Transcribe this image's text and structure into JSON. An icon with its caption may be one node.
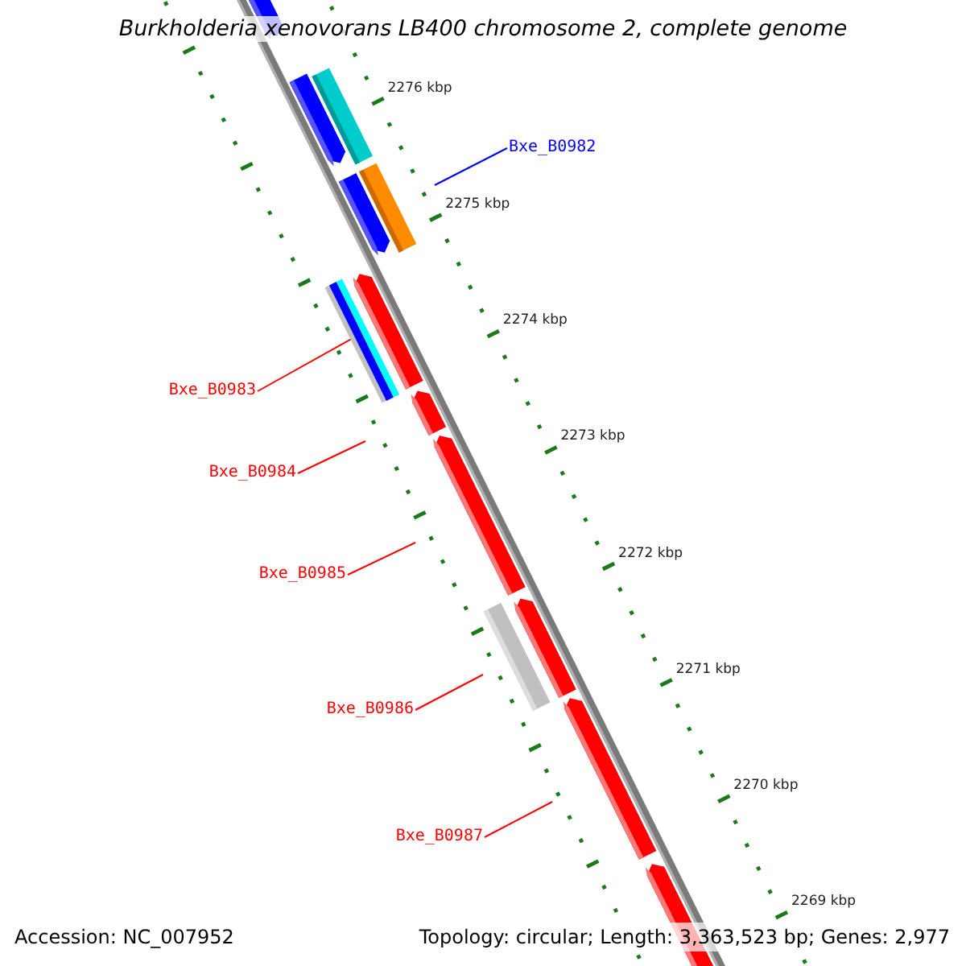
{
  "diagram": {
    "title": "Burkholderia xenovorans LB400 chromosome 2, complete genome",
    "nodes": [
      {
        "text": [
          "Bxe_B0982"
        ]
      },
      {
        "text": [
          "Bxe_B0983"
        ]
      },
      {
        "text": [
          "Bxe_B0984"
        ]
      },
      {
        "text": [
          "Bxe_B0985"
        ]
      },
      {
        "text": [
          "Bxe_B0986"
        ]
      },
      {
        "text": [
          "Bxe_B0987"
        ]
      },
      {
        "text": [],
        "shape": "bar"
      }
    ],
    "edges": [
      {
        "from": 0,
        "to": null,
        "arrow": "none",
        "color": "#0000ff"
      },
      {
        "from": 1,
        "to": 6,
        "arrow": "none"
      },
      {
        "from": 2,
        "to": null,
        "arrow": "none"
      },
      {
        "from": 3,
        "to": null,
        "arrow": "none"
      },
      {
        "from": 4,
        "to": null,
        "arrow": "none"
      },
      {
        "from": 5,
        "to": null,
        "arrow": "none"
      }
    ],
    "labels": [
      "2276 kbp",
      "2275 kbp",
      "2274 kbp",
      "2273 kbp",
      "2272 kbp",
      "2271 kbp",
      "2270 kbp",
      "2269 kbp",
      "Accession: NC_007952",
      "Topology: circular; Length: 3,363,523 bp; Genes: 2,977"
    ]
  }
}
